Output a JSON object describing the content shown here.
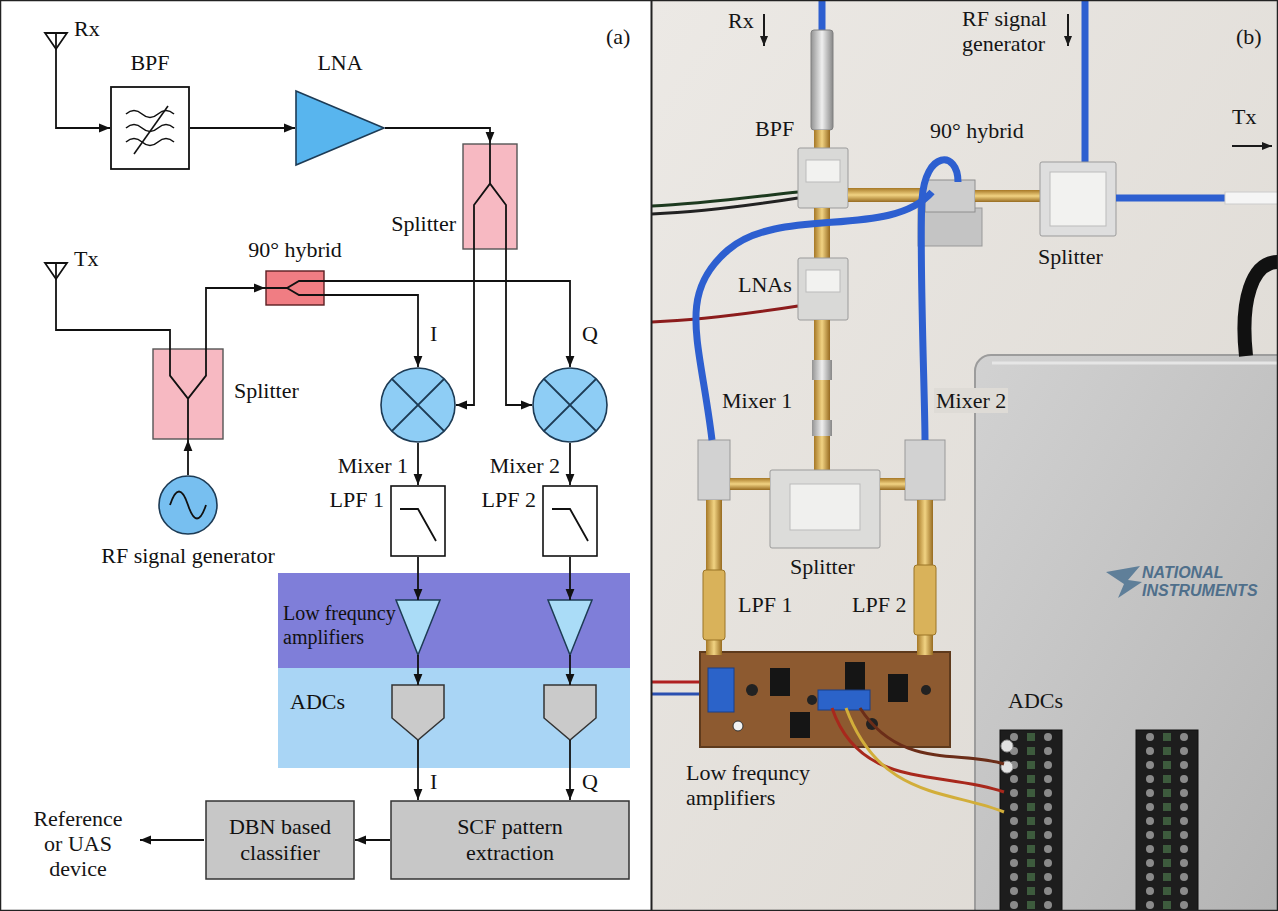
{
  "diagram": {
    "nodes": [
      {
        "text": [
          "Rx"
        ]
      },
      {
        "text": [
          "BPF"
        ]
      },
      {
        "text": [
          "LNA"
        ]
      },
      {
        "text": [
          "Splitter"
        ]
      },
      {
        "text": [
          "Tx"
        ]
      },
      {
        "text": [
          "90° hybrid"
        ]
      },
      {
        "text": [
          "Splitter"
        ]
      },
      {
        "text": [
          "RF signal generator"
        ]
      },
      {
        "text": [
          "Mixer 1"
        ]
      },
      {
        "text": [
          "Mixer 2"
        ]
      },
      {
        "text": [
          "LPF 1"
        ]
      },
      {
        "text": [
          "LPF 2"
        ]
      },
      {
        "text": [
          "Low frequncy amplifiers"
        ]
      },
      {
        "text": [
          "ADCs"
        ]
      },
      {
        "text": [
          "SCF pattern extraction"
        ]
      },
      {
        "text": [
          "DBN based classifier"
        ]
      }
    ],
    "edges": [
      {
        "from": 0,
        "to": 1,
        "arrow": "to"
      },
      {
        "from": 1,
        "to": 2,
        "arrow": "to"
      },
      {
        "from": 2,
        "to": 3,
        "arrow": "to"
      },
      {
        "from": 3,
        "to": 8,
        "arrow": "to"
      },
      {
        "from": 3,
        "to": 9,
        "arrow": "to"
      },
      {
        "from": 7,
        "to": 6,
        "arrow": "to"
      },
      {
        "from": 6,
        "to": 4,
        "arrow": "none"
      },
      {
        "from": 6,
        "to": 5,
        "arrow": "to"
      },
      {
        "from": 5,
        "to": 8,
        "label": "I",
        "arrow": "to"
      },
      {
        "from": 5,
        "to": 9,
        "label": "Q",
        "arrow": "to"
      },
      {
        "from": 8,
        "to": 10,
        "arrow": "to"
      },
      {
        "from": 9,
        "to": 11,
        "arrow": "to"
      },
      {
        "from": 10,
        "to": 12,
        "arrow": "to"
      },
      {
        "from": 11,
        "to": 12,
        "arrow": "to"
      },
      {
        "from": 12,
        "to": 13,
        "arrow": "to"
      },
      {
        "from": 12,
        "to": 13,
        "arrow": "to"
      },
      {
        "from": 13,
        "to": 14,
        "label": "I",
        "arrow": "to"
      },
      {
        "from": 13,
        "to": 14,
        "label": "Q",
        "arrow": "to"
      },
      {
        "from": 14,
        "to": 15,
        "arrow": "to"
      }
    ],
    "labels": [
      "(a)",
      "Reference or UAS device",
      "Rx",
      "RF signal generator",
      "(b)",
      "BPF",
      "90° hybrid",
      "Tx",
      "LNAs",
      "Splitter",
      "Mixer 1",
      "Mixer 2",
      "Splitter",
      "LPF 1",
      "LPF 2",
      "Low frequncy amplifiers",
      "ADCs",
      "NATIONAL INSTRUMENTS"
    ]
  }
}
